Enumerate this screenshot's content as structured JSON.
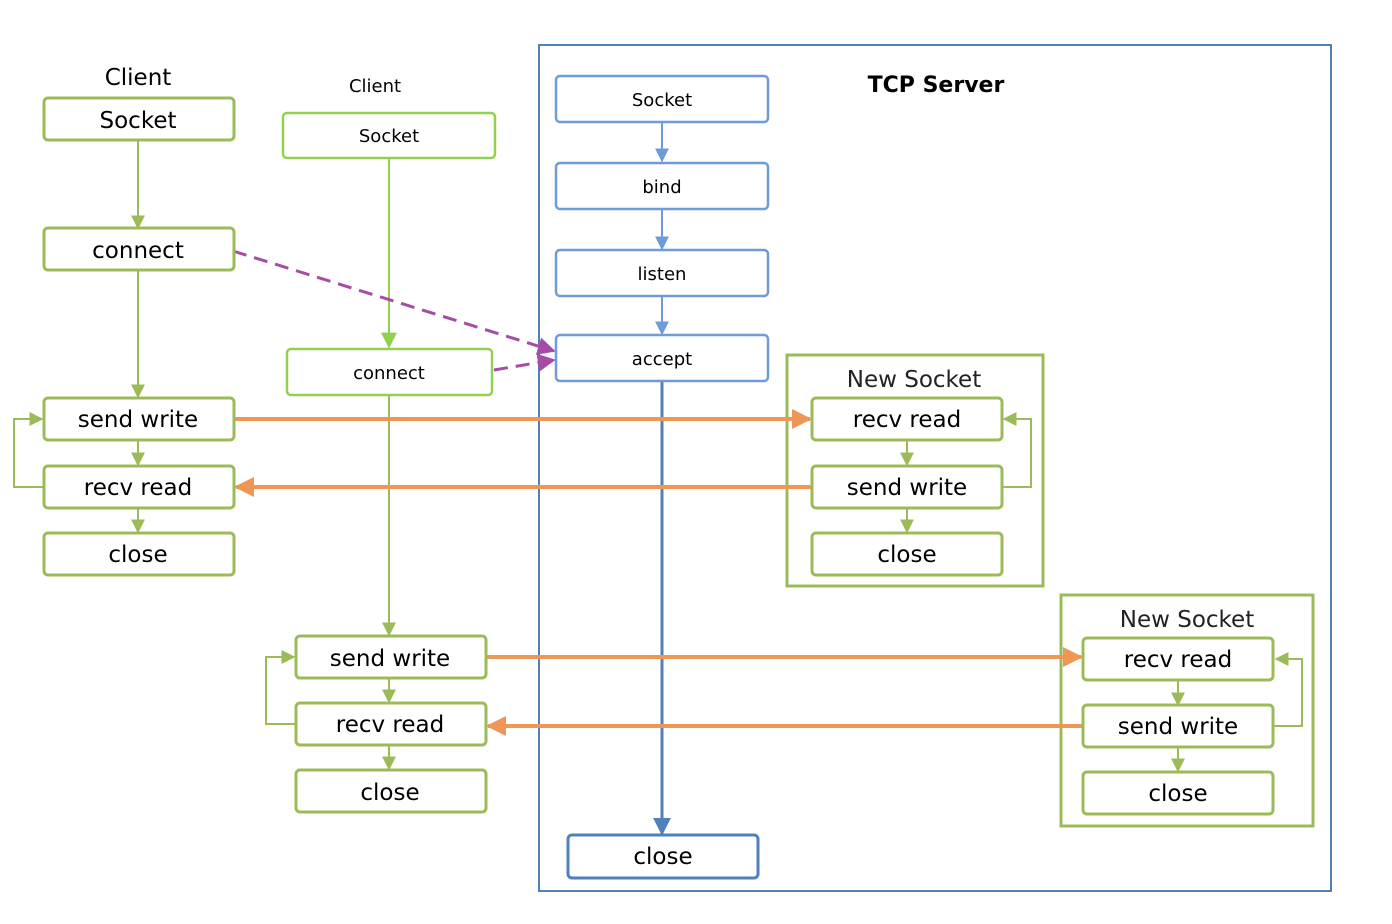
{
  "colors": {
    "client_green": "#9bbb59",
    "client2_green": "#92d050",
    "server_blue": "#6f9bd8",
    "server_dark_blue": "#4f81bd",
    "orange": "#ed9656",
    "purple": "#a64ca6",
    "frame_blue": "#4f81bd"
  },
  "client1": {
    "title": "Client",
    "socket": "Socket",
    "connect": "connect",
    "send_write": "send write",
    "recv_read": "recv read",
    "close": "close"
  },
  "client2": {
    "title": "Client",
    "socket": "Socket",
    "connect": "connect",
    "send_write": "send write",
    "recv_read": "recv read",
    "close": "close"
  },
  "server": {
    "title": "TCP Server",
    "socket": "Socket",
    "bind": "bind",
    "listen": "listen",
    "accept": "accept",
    "close": "close"
  },
  "new_socket_1": {
    "title": "New Socket",
    "recv_read": "recv read",
    "send_write": "send write",
    "close": "close"
  },
  "new_socket_2": {
    "title": "New Socket",
    "recv_read": "recv read",
    "send_write": "send write",
    "close": "close"
  }
}
